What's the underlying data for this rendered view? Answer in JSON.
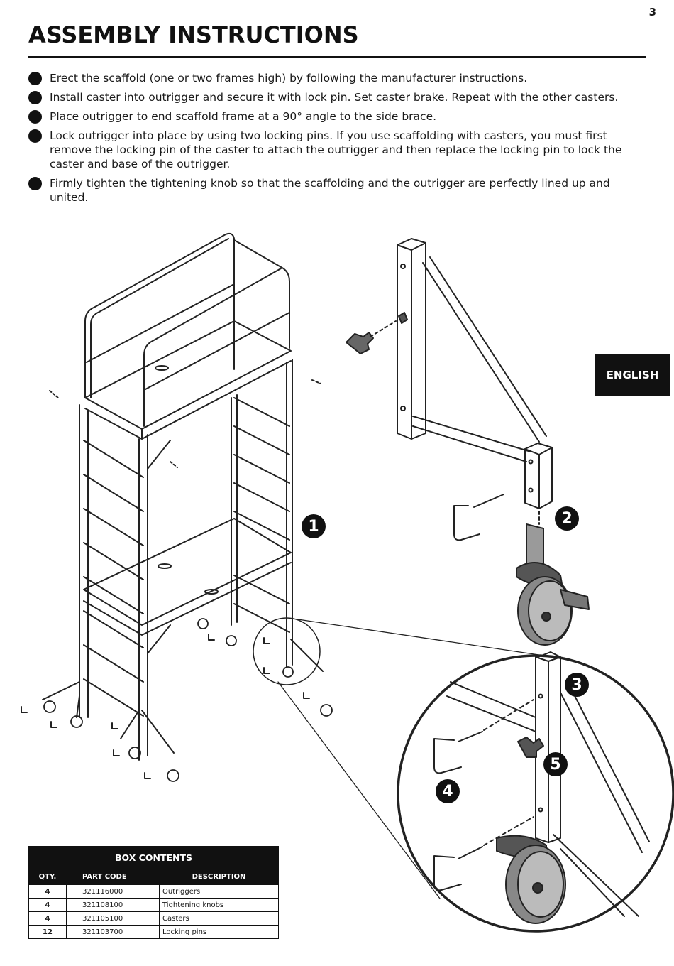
{
  "page_number": "3",
  "title": "ASSEMBLY INSTRUCTIONS",
  "steps": [
    {
      "text": "Erect the scaffold (one or two frames high) by following the manufacturer instructions."
    },
    {
      "text": "Install caster into outrigger and secure it with lock pin. Set caster brake. Repeat with the other casters."
    },
    {
      "text": "Place outrigger to end scaffold frame at a 90° angle to the side brace."
    },
    {
      "text": "Lock outrigger into place by using two locking pins. If you use scaffolding with casters, you must first remove the locking pin of the caster to attach the outrigger and then replace the locking pin to lock the caster and base of the outrigger."
    },
    {
      "text": "Firmly tighten the tightening knob so that the scaffolding and the outrigger are perfectly lined up and united."
    }
  ],
  "language_tab": "ENGLISH",
  "callouts": [
    "1",
    "2",
    "3",
    "4",
    "5"
  ],
  "box_contents": {
    "title": "BOX CONTENTS",
    "headers": [
      "QTY.",
      "PART CODE",
      "DESCRIPTION"
    ],
    "rows": [
      {
        "qty": "4",
        "code": "321116000",
        "description": "Outriggers"
      },
      {
        "qty": "4",
        "code": "321108100",
        "description": "Tightening knobs"
      },
      {
        "qty": "4",
        "code": "321105100",
        "description": "Casters"
      },
      {
        "qty": "12",
        "code": "321103700",
        "description": "Locking pins"
      }
    ]
  },
  "colors": {
    "ink": "#111111",
    "paper": "#ffffff",
    "tab": "#111111"
  }
}
